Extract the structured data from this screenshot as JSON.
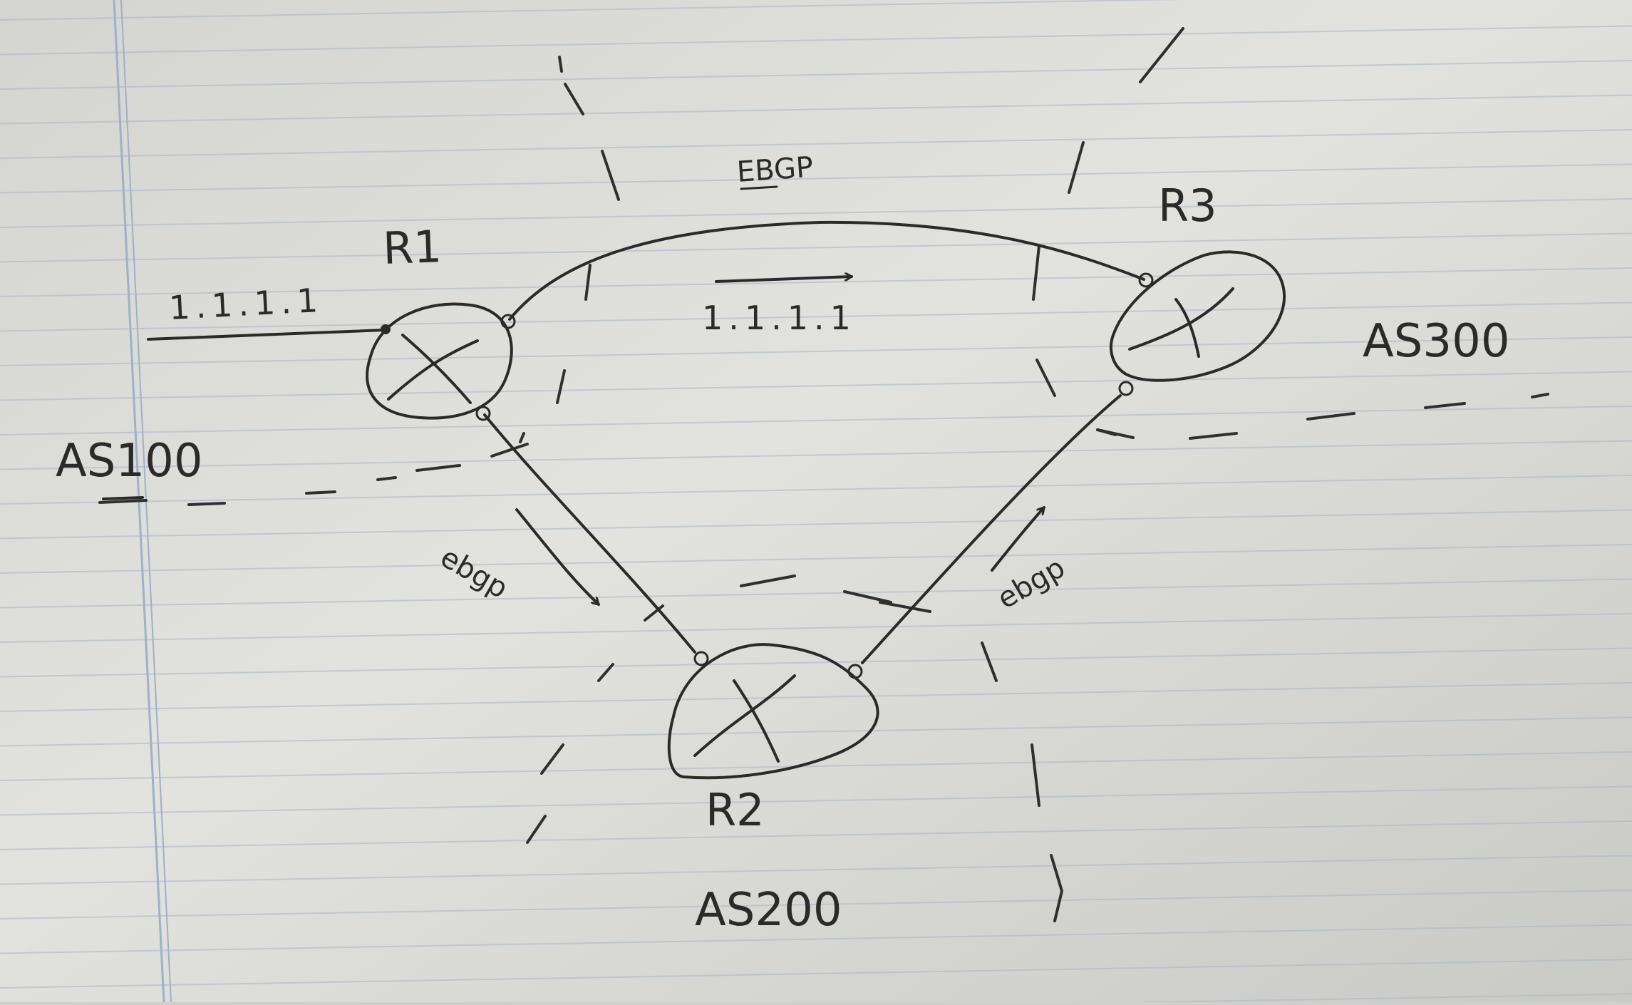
{
  "routers": {
    "r1": {
      "label": "R1"
    },
    "r2": {
      "label": "R2"
    },
    "r3": {
      "label": "R3"
    }
  },
  "autonomous_systems": {
    "as100": {
      "label": "AS100"
    },
    "as200": {
      "label": "AS200"
    },
    "as300": {
      "label": "AS300"
    }
  },
  "routes": {
    "injected_prefix": "1.1.1.1",
    "advertised_prefix": "1.1.1.1"
  },
  "sessions": {
    "r1_r3": "EBGP",
    "r1_r2": "ebgp",
    "r2_r3": "ebgp"
  },
  "colors": {
    "paper": "#dcdcd8",
    "ink": "#2a2a2a",
    "rule_line": "#aab4c8",
    "margin_line": "#9fb0c8"
  }
}
